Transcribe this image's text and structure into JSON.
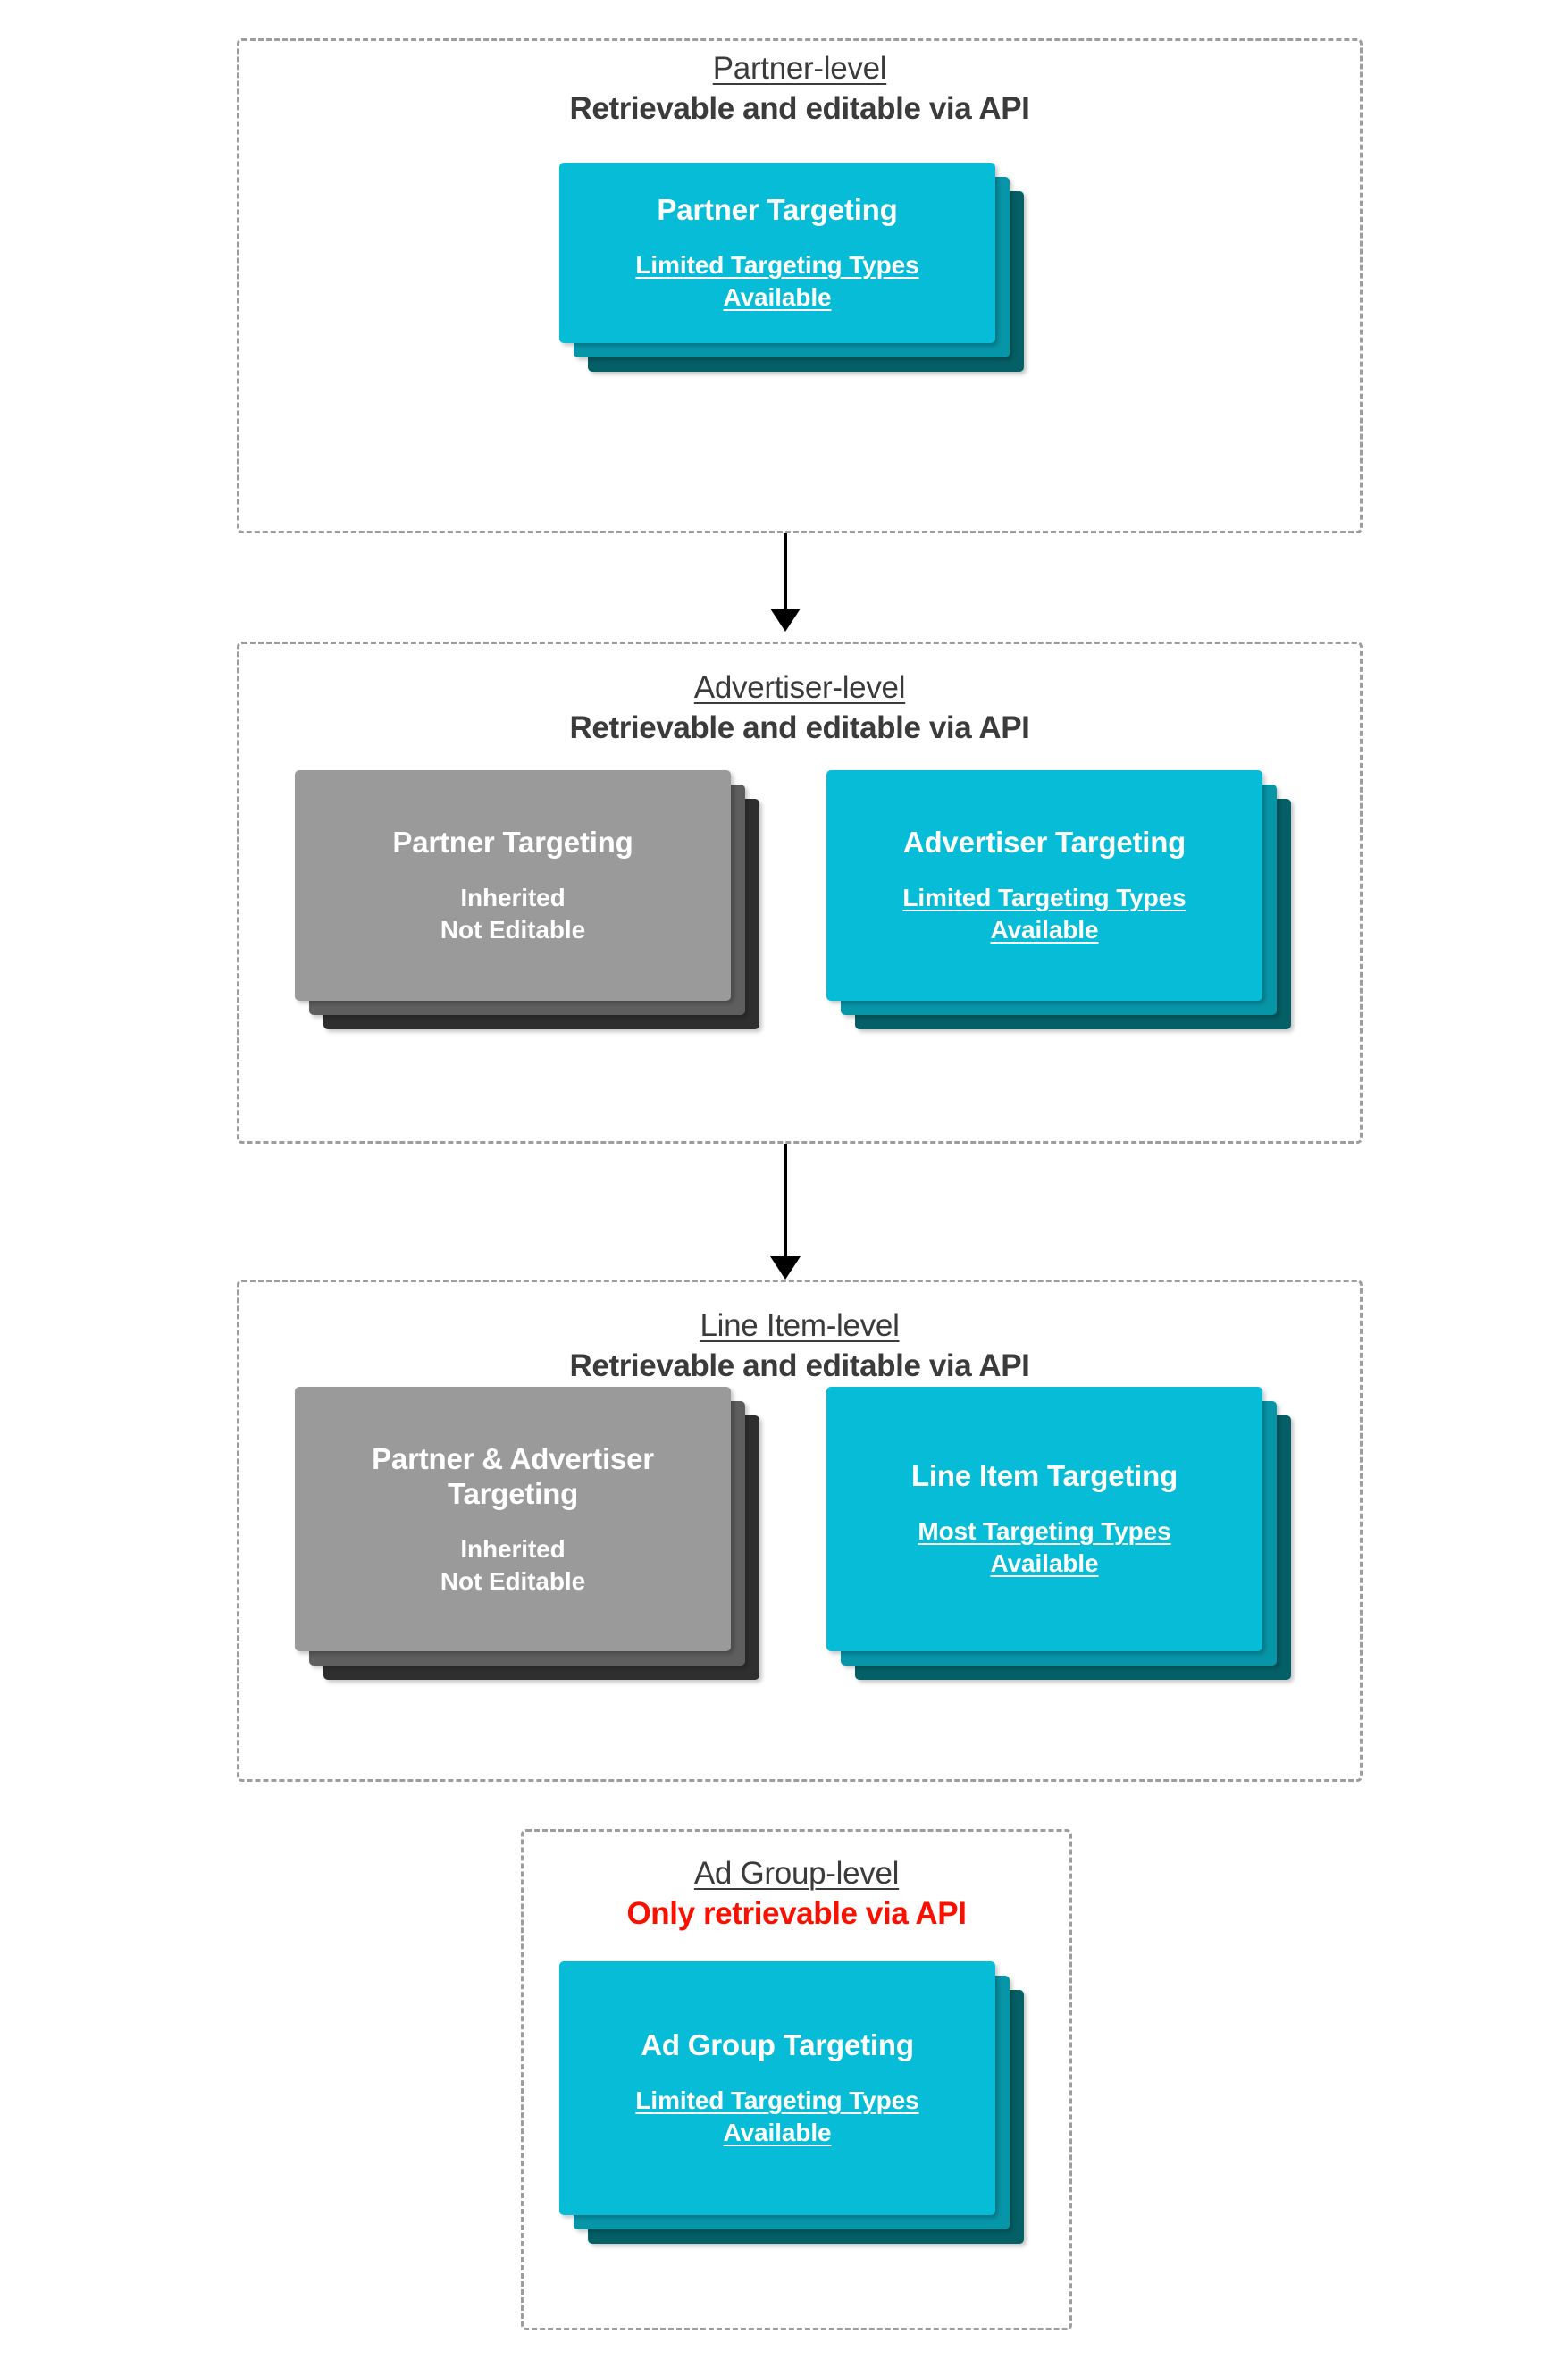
{
  "diagram": {
    "title": "Targeting inheritance across partner, advertiser, line item and ad group levels",
    "accent_cyan": "#06bcd6",
    "accent_cyan_mid": "#0795a8",
    "accent_cyan_back": "#046066",
    "gray_front": "#9a9a9a",
    "gray_mid": "#5e5e5e",
    "gray_back": "#2f2f2f",
    "warning_color": "#fa1000",
    "text_color": "#3b3b3b",
    "box_border_color": "#9d9d9d"
  },
  "levels": [
    {
      "id": "partner-level",
      "title": "Partner-level",
      "subtitle": "Retrievable and editable via API",
      "subtitle_state": "editable",
      "cards": [
        {
          "id": "partner-targeting",
          "style": "cyan",
          "title": "Partner Targeting",
          "subtitle": "Limited Targeting Types Available",
          "subtitle_underlined": true
        }
      ]
    },
    {
      "id": "advertiser-level",
      "title": "Advertiser-level",
      "subtitle": "Retrievable and editable via API",
      "subtitle_state": "editable",
      "cards": [
        {
          "id": "inherited-partner-targeting",
          "style": "gray",
          "title": "Partner Targeting",
          "subtitle": "Inherited\nNot Editable",
          "subtitle_underlined": false
        },
        {
          "id": "advertiser-targeting",
          "style": "cyan",
          "title": "Advertiser Targeting",
          "subtitle": "Limited Targeting Types Available",
          "subtitle_underlined": true
        }
      ]
    },
    {
      "id": "line-item-level",
      "title": "Line Item-level",
      "subtitle": "Retrievable and editable via API",
      "subtitle_state": "editable",
      "cards": [
        {
          "id": "inherited-partner-advertiser-targeting",
          "style": "gray",
          "title": "Partner & Advertiser Targeting",
          "subtitle": "Inherited\nNot Editable",
          "subtitle_underlined": false
        },
        {
          "id": "line-item-targeting",
          "style": "cyan",
          "title": "Line Item Targeting",
          "subtitle": "Most Targeting Types Available",
          "subtitle_underlined": true
        }
      ]
    },
    {
      "id": "ad-group-level",
      "title": "Ad Group-level",
      "subtitle": "Only retrievable via API",
      "subtitle_state": "read-only",
      "cards": [
        {
          "id": "ad-group-targeting",
          "style": "cyan",
          "title": "Ad Group Targeting",
          "subtitle": "Limited Targeting Types Available",
          "subtitle_underlined": true
        }
      ]
    }
  ],
  "connectors": [
    {
      "id": "partner-to-advertiser",
      "from": "partner-level",
      "to": "advertiser-level"
    },
    {
      "id": "advertiser-to-line-item",
      "from": "advertiser-level",
      "to": "line-item-level"
    }
  ],
  "text": {
    "l0_title": "Partner-level",
    "l0_sub": "Retrievable and editable via API",
    "l0_c0_title": "Partner Targeting",
    "l0_c0_sub_a": "Limited Targeting Types",
    "l0_c0_sub_b": "Available",
    "l1_title": "Advertiser-level",
    "l1_sub": "Retrievable and editable via API",
    "l1_c0_title": "Partner Targeting",
    "l1_c0_sub_a": "Inherited",
    "l1_c0_sub_b": "Not Editable",
    "l1_c1_title": "Advertiser Targeting",
    "l1_c1_sub_a": "Limited Targeting Types",
    "l1_c1_sub_b": "Available",
    "l2_title": "Line Item-level",
    "l2_sub": "Retrievable and editable via API",
    "l2_c0_title_a": "Partner & Advertiser",
    "l2_c0_title_b": "Targeting",
    "l2_c0_sub_a": "Inherited",
    "l2_c0_sub_b": "Not Editable",
    "l2_c1_title": "Line Item Targeting",
    "l2_c1_sub_a": "Most Targeting Types",
    "l2_c1_sub_b": "Available",
    "l3_title": "Ad Group-level",
    "l3_sub": "Only retrievable via API",
    "l3_c0_title": "Ad Group Targeting",
    "l3_c0_sub_a": "Limited Targeting Types",
    "l3_c0_sub_b": "Available"
  }
}
